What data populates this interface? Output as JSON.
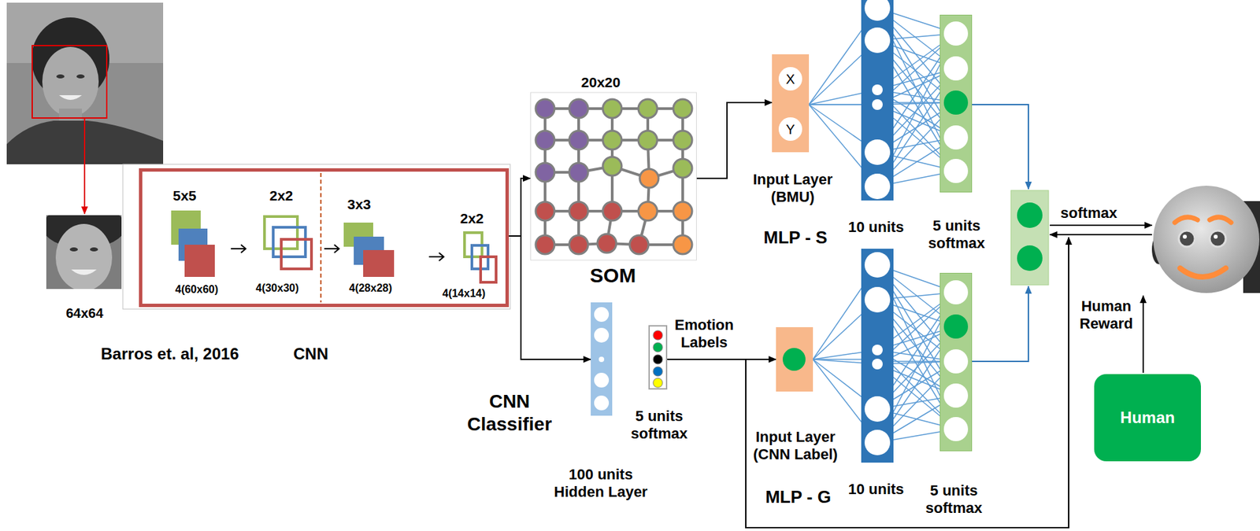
{
  "diagram": {
    "nodes": [
      {
        "text": [
          "5x5",
          "2x2",
          "3x3",
          "2x2",
          "4(60x60)",
          "4(30x30)",
          "4(28x28)",
          "4(14x14)"
        ]
      },
      {
        "text": [
          "20x20",
          "SOM"
        ]
      },
      {
        "text": [
          "100 units Hidden Layer"
        ]
      },
      {
        "text": [
          "Emotion Labels",
          "5 units softmax"
        ]
      },
      {
        "text": [
          "Input Layer (BMU)"
        ]
      },
      {
        "text": [
          "X"
        ],
        "in": 4
      },
      {
        "text": [
          "Y"
        ],
        "in": 4
      },
      {
        "text": [
          "10 units"
        ]
      },
      {
        "text": [
          "5 units softmax"
        ]
      },
      {
        "text": [
          "Input Layer (CNN Label)"
        ]
      },
      {
        "text": [
          "10 units"
        ]
      },
      {
        "text": [
          "5 units softmax"
        ]
      },
      {
        "text": [
          "Human"
        ]
      }
    ],
    "edges": [
      {
        "from": 0,
        "to": 1,
        "arrow": "to"
      },
      {
        "from": 0,
        "to": 2,
        "arrow": "to"
      },
      {
        "from": 1,
        "to": 4,
        "arrow": "to"
      },
      {
        "from": 3,
        "to": 9,
        "arrow": "to"
      },
      {
        "from": 4,
        "to": 7,
        "arrow": "none"
      },
      {
        "from": 7,
        "to": 8,
        "arrow": "none"
      },
      {
        "from": 9,
        "to": 10,
        "arrow": "none"
      },
      {
        "from": 10,
        "to": 11,
        "arrow": "none"
      }
    ],
    "labels": [
      "64x64",
      "Barros et. al, 2016",
      "CNN",
      "CNN Classifier",
      "MLP - S",
      "MLP - G",
      "softmax",
      "Human Reward"
    ]
  }
}
